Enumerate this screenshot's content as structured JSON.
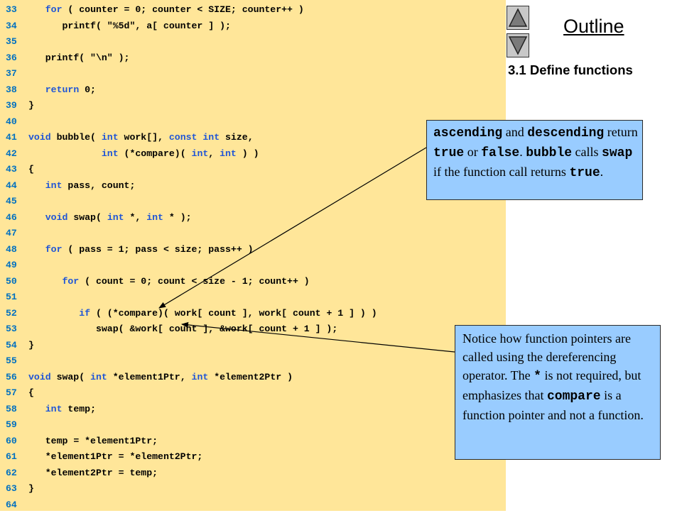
{
  "code": {
    "lines": [
      {
        "n": "33",
        "parts": [
          [
            "i",
            "   "
          ],
          [
            "k",
            "for"
          ],
          [
            "t",
            " ( counter = 0; counter < SIZE; counter++ )"
          ]
        ]
      },
      {
        "n": "34",
        "parts": [
          [
            "i",
            "      "
          ],
          [
            "t",
            "printf( \"%5d\", a[ counter ] );"
          ]
        ]
      },
      {
        "n": "35",
        "parts": []
      },
      {
        "n": "36",
        "parts": [
          [
            "i",
            "   "
          ],
          [
            "t",
            "printf( \"\\n\" );"
          ]
        ]
      },
      {
        "n": "37",
        "parts": []
      },
      {
        "n": "38",
        "parts": [
          [
            "i",
            "   "
          ],
          [
            "k",
            "return"
          ],
          [
            "t",
            " 0;"
          ]
        ]
      },
      {
        "n": "39",
        "parts": [
          [
            "t",
            "}"
          ]
        ]
      },
      {
        "n": "40",
        "parts": []
      },
      {
        "n": "41",
        "parts": [
          [
            "k",
            "void"
          ],
          [
            "t",
            " bubble( "
          ],
          [
            "k",
            "int"
          ],
          [
            "t",
            " work[], "
          ],
          [
            "k",
            "const"
          ],
          [
            "t",
            " "
          ],
          [
            "k",
            "int"
          ],
          [
            "t",
            " size,"
          ]
        ]
      },
      {
        "n": "42",
        "parts": [
          [
            "i",
            "             "
          ],
          [
            "k",
            "int"
          ],
          [
            "t",
            " (*compare)( "
          ],
          [
            "k",
            "int"
          ],
          [
            "t",
            ", "
          ],
          [
            "k",
            "int"
          ],
          [
            "t",
            " ) )"
          ]
        ]
      },
      {
        "n": "43",
        "parts": [
          [
            "t",
            "{"
          ]
        ]
      },
      {
        "n": "44",
        "parts": [
          [
            "i",
            "   "
          ],
          [
            "k",
            "int"
          ],
          [
            "t",
            " pass, count;"
          ]
        ]
      },
      {
        "n": "45",
        "parts": []
      },
      {
        "n": "46",
        "parts": [
          [
            "i",
            "   "
          ],
          [
            "k",
            "void"
          ],
          [
            "t",
            " swap( "
          ],
          [
            "k",
            "int"
          ],
          [
            "t",
            " *, "
          ],
          [
            "k",
            "int"
          ],
          [
            "t",
            " * );"
          ]
        ]
      },
      {
        "n": "47",
        "parts": []
      },
      {
        "n": "48",
        "parts": [
          [
            "i",
            "   "
          ],
          [
            "k",
            "for"
          ],
          [
            "t",
            " ( pass = 1; pass < size; pass++ )"
          ]
        ]
      },
      {
        "n": "49",
        "parts": []
      },
      {
        "n": "50",
        "parts": [
          [
            "i",
            "      "
          ],
          [
            "k",
            "for"
          ],
          [
            "t",
            " ( count = 0; count < size - 1; count++ )"
          ]
        ]
      },
      {
        "n": "51",
        "parts": []
      },
      {
        "n": "52",
        "parts": [
          [
            "i",
            "         "
          ],
          [
            "k",
            "if"
          ],
          [
            "t",
            " ( (*compare)( work[ count ], work[ count + 1 ] ) )"
          ]
        ]
      },
      {
        "n": "53",
        "parts": [
          [
            "i",
            "            "
          ],
          [
            "t",
            "swap( &work[ count ], &work[ count + 1 ] );"
          ]
        ]
      },
      {
        "n": "54",
        "parts": [
          [
            "t",
            "}"
          ]
        ]
      },
      {
        "n": "55",
        "parts": []
      },
      {
        "n": "56",
        "parts": [
          [
            "k",
            "void"
          ],
          [
            "t",
            " swap( "
          ],
          [
            "k",
            "int"
          ],
          [
            "t",
            " *element1Ptr, "
          ],
          [
            "k",
            "int"
          ],
          [
            "t",
            " *element2Ptr )"
          ]
        ]
      },
      {
        "n": "57",
        "parts": [
          [
            "t",
            "{"
          ]
        ]
      },
      {
        "n": "58",
        "parts": [
          [
            "i",
            "   "
          ],
          [
            "k",
            "int"
          ],
          [
            "t",
            " temp;"
          ]
        ]
      },
      {
        "n": "59",
        "parts": []
      },
      {
        "n": "60",
        "parts": [
          [
            "i",
            "   "
          ],
          [
            "t",
            "temp = *element1Ptr;"
          ]
        ]
      },
      {
        "n": "61",
        "parts": [
          [
            "i",
            "   "
          ],
          [
            "t",
            "*element1Ptr = *element2Ptr;"
          ]
        ]
      },
      {
        "n": "62",
        "parts": [
          [
            "i",
            "   "
          ],
          [
            "t",
            "*element2Ptr = temp;"
          ]
        ]
      },
      {
        "n": "63",
        "parts": [
          [
            "t",
            "}"
          ]
        ]
      },
      {
        "n": "64",
        "parts": []
      }
    ]
  },
  "nav": {
    "up_icon": "triangle-up-icon",
    "down_icon": "triangle-down-icon",
    "outline_label": "Outline",
    "section_label": "3.1  Define functions"
  },
  "callouts": [
    {
      "parts": [
        [
          "m",
          "ascending"
        ],
        [
          "t",
          " and "
        ],
        [
          "m",
          "descending"
        ],
        [
          "t",
          " return "
        ],
        [
          "m",
          "true"
        ],
        [
          "t",
          " or "
        ],
        [
          "m",
          "false"
        ],
        [
          "t",
          ". "
        ],
        [
          "m",
          "bubble"
        ],
        [
          "t",
          " calls "
        ],
        [
          "m",
          "swap"
        ],
        [
          "t",
          " if the function call returns "
        ],
        [
          "m",
          "true"
        ],
        [
          "t",
          "."
        ]
      ]
    },
    {
      "parts": [
        [
          "t",
          "Notice how function pointers are called using the dereferencing operator.  The "
        ],
        [
          "m",
          "*"
        ],
        [
          "t",
          " is not required, but emphasizes that "
        ],
        [
          "m",
          "compare"
        ],
        [
          "t",
          " is a function pointer and not a function."
        ]
      ]
    }
  ],
  "colors": {
    "code_background": "#ffe699",
    "keyword": "#1f55d6",
    "line_number": "#0070c0",
    "callout_background": "#99ccff"
  }
}
